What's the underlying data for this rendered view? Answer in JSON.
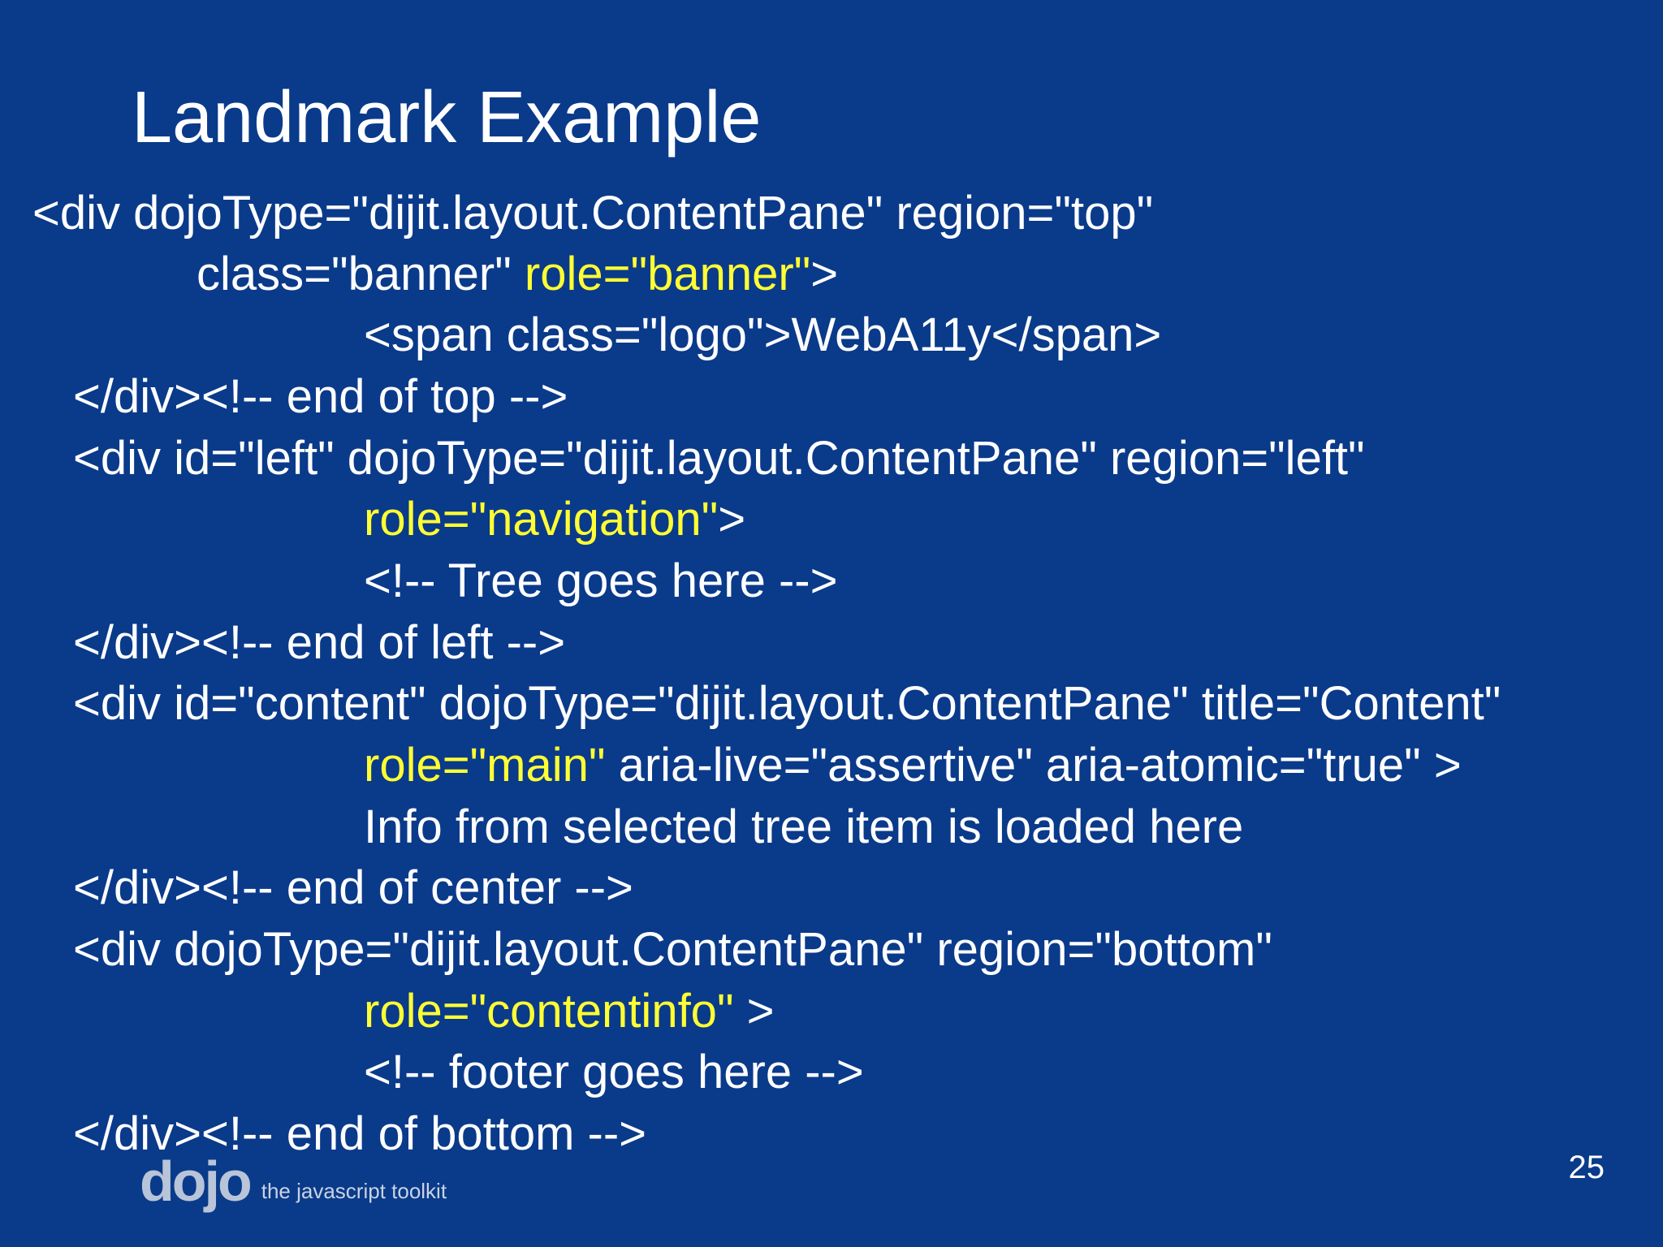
{
  "title": "Landmark Example",
  "code": {
    "l1": "<div dojoType=\"dijit.layout.ContentPane\" region=\"top\"",
    "l2a": "class=\"banner\" ",
    "l2b": "role=\"banner\"",
    "l2c": ">",
    "l3": "<span class=\"logo\">WebA11y</span>",
    "l4": "</div><!-- end of top -->",
    "l5": "<div id=\"left\" dojoType=\"dijit.layout.ContentPane\" region=\"left\"",
    "l6a": "role=\"navigation\"",
    "l6b": ">",
    "l7": "<!-- Tree goes here -->",
    "l8": "</div><!-- end of left -->",
    "l9": "<div id=\"content\" dojoType=\"dijit.layout.ContentPane\" title=\"Content\"",
    "l10a": "role=\"main\"",
    "l10b": " aria-live=\"assertive\" aria-atomic=\"true\" >",
    "l11": "Info from selected tree item is loaded here",
    "l12": "</div><!-- end of center -->",
    "l13": "<div dojoType=\"dijit.layout.ContentPane\" region=\"bottom\"",
    "l14a": "role=\"contentinfo\"",
    "l14b": " >",
    "l15": "<!-- footer goes here -->",
    "l16": "</div><!-- end of bottom -->"
  },
  "footer": {
    "logo": "dojo",
    "tagline": "the javascript toolkit",
    "page_number": "25"
  },
  "colors": {
    "background": "#0a3a8a",
    "text": "#ffffff",
    "highlight": "#ffff33"
  }
}
